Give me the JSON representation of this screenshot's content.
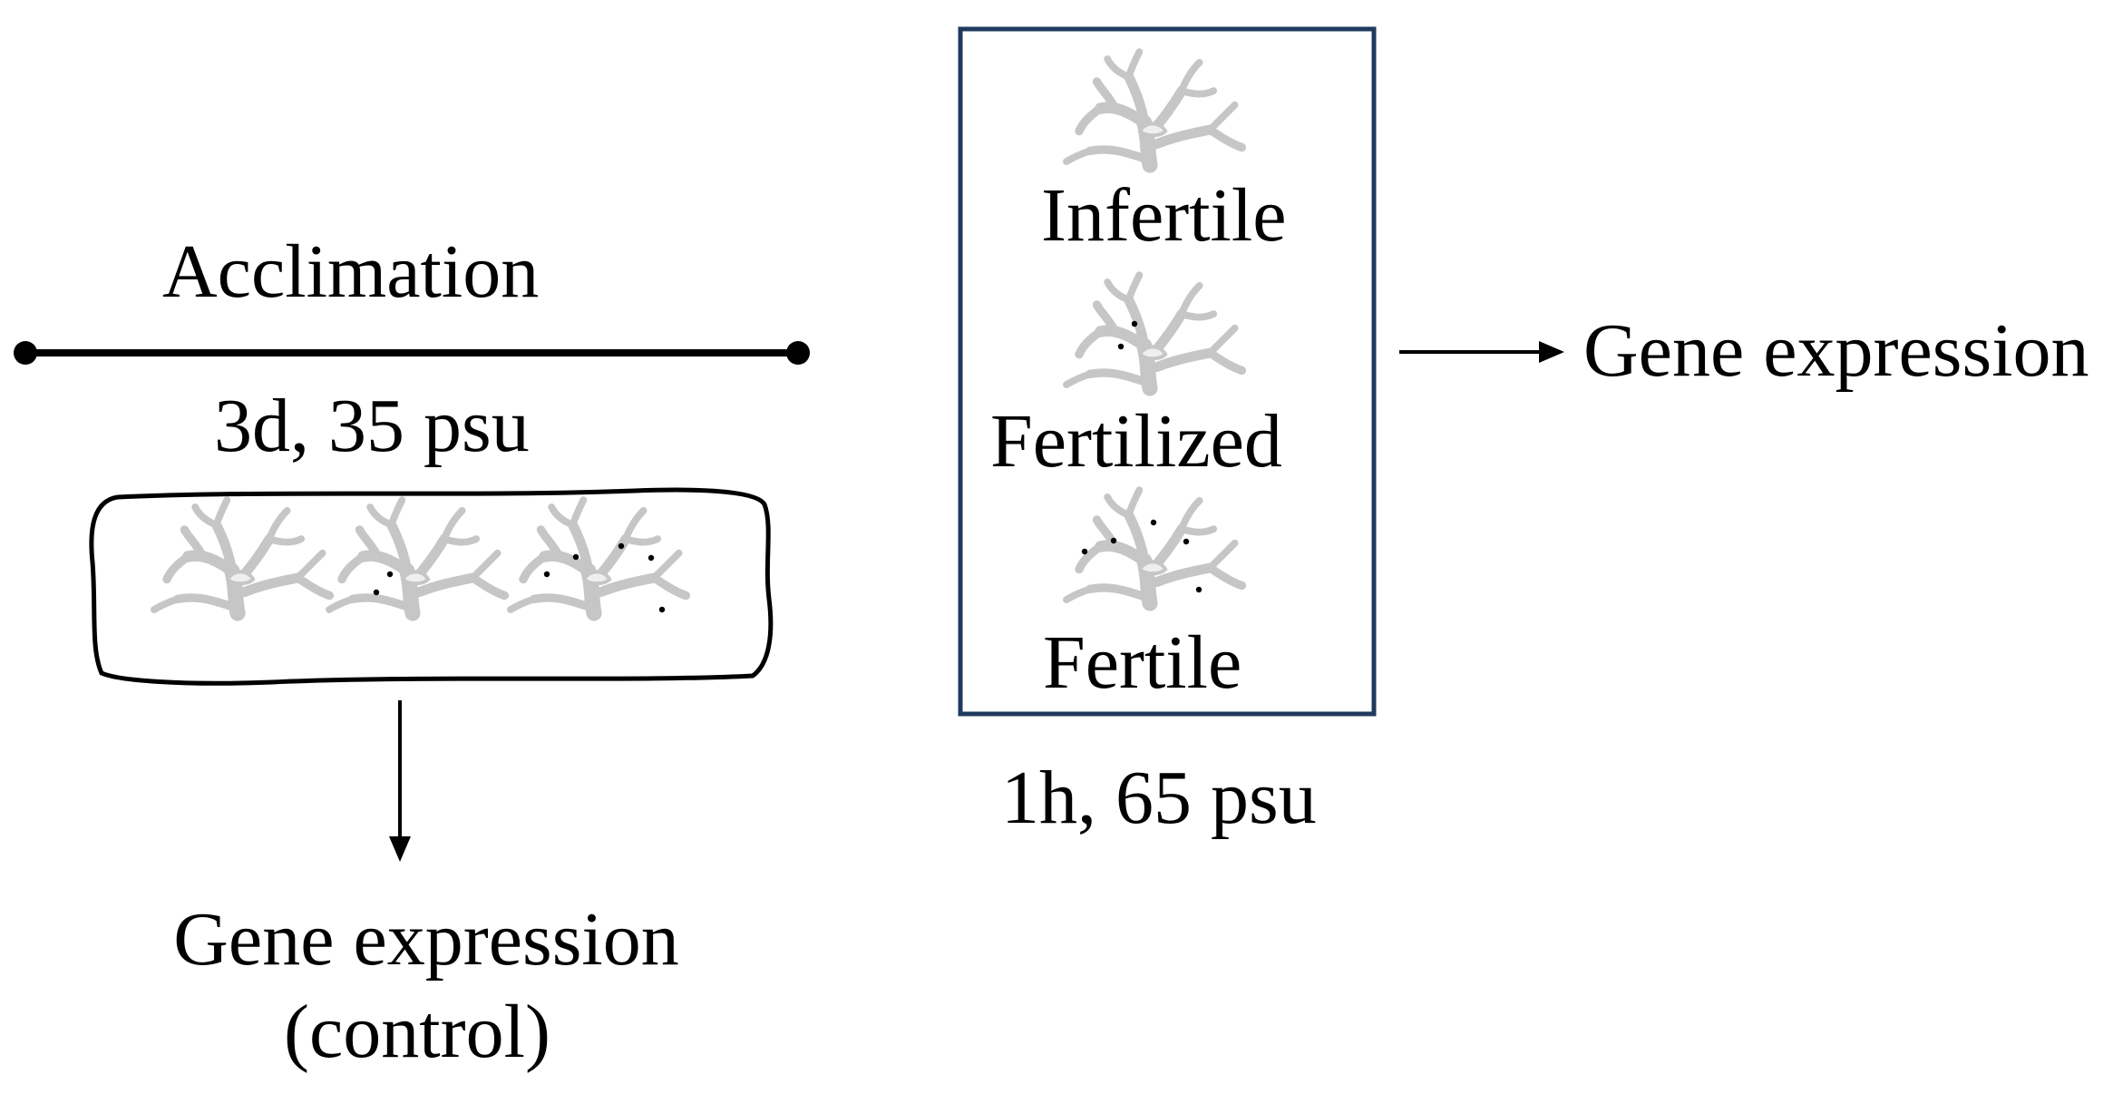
{
  "acclimation": {
    "title": "Acclimation",
    "condition": "3d, 35 psu",
    "output_line1": "Gene expression",
    "output_line2": "(control)"
  },
  "treatment": {
    "condition": "1h, 65 psu",
    "groups": [
      {
        "label": "Infertile"
      },
      {
        "label": "Fertilized"
      },
      {
        "label": "Fertile"
      }
    ],
    "output": "Gene expression"
  },
  "colors": {
    "box_border": "#1f3a5f",
    "seaweed": "#c6c6c6",
    "line": "#000000",
    "text": "#000000"
  }
}
